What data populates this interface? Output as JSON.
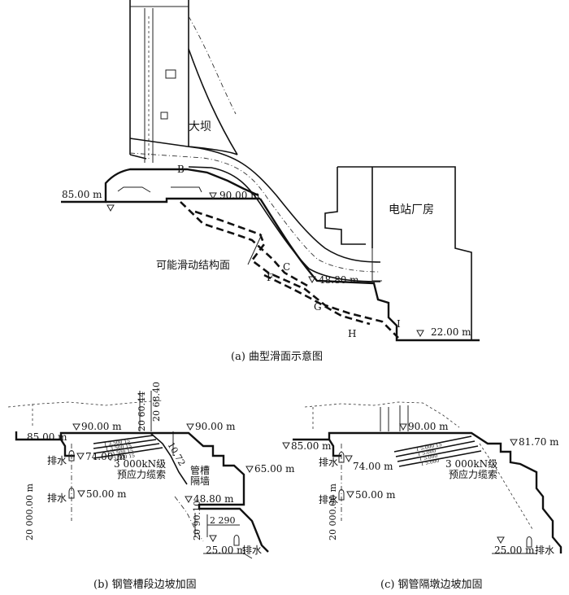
{
  "panel_a": {
    "caption": "(a) 曲型滑面示意图",
    "dam_label": "大坝",
    "powerhouse_label": "电站厂房",
    "slide_surface_label": "可能滑动结构面",
    "elevations": [
      "85.00 m",
      "90.00 m",
      "48.80 m",
      "22.00 m"
    ],
    "points": [
      "B",
      "C",
      "F",
      "G",
      "H",
      "I"
    ]
  },
  "panel_b": {
    "caption": "(b) 钢管槽段边坡加固",
    "elevations": [
      "85.00 m",
      "90.00 m",
      "90.00 m",
      "74.00 m",
      "50.00 m",
      "65.00 m",
      "48.80 m",
      "25.00 m"
    ],
    "drain_labels": [
      "排水",
      "排水",
      "排水"
    ],
    "anchor_label_1": "3 000kN级",
    "anchor_label_2": "预应力缆索",
    "wall_label_1": "管槽",
    "wall_label_2": "隔墙",
    "dim_vertical": "20 000.00 m",
    "dim_top_1": "20 60.44",
    "dim_top_2": "20 68.40",
    "dim_slope": "10.72",
    "dim_lower_1": "20 90.10",
    "dim_lower_2": "2 290",
    "cable_marks": [
      "1 3.500 15",
      "1 3.500 15",
      "1 3.500 15",
      "1 3.500 15"
    ]
  },
  "panel_c": {
    "caption": "(c) 钢管隔墩边坡加固",
    "elevations": [
      "85.00 m",
      "90.00 m",
      "81.70 m",
      "74.00 m",
      "50.00 m",
      "25.00 m"
    ],
    "drain_labels": [
      "排水",
      "排水",
      "排水"
    ],
    "anchor_label_1": "3 000kN级",
    "anchor_label_2": "预应力缆索",
    "dim_vertical": "20 000.00 m",
    "cable_marks": [
      "1 5.000 15",
      "1 5.000",
      "1 5.000",
      "1 5.000"
    ]
  }
}
